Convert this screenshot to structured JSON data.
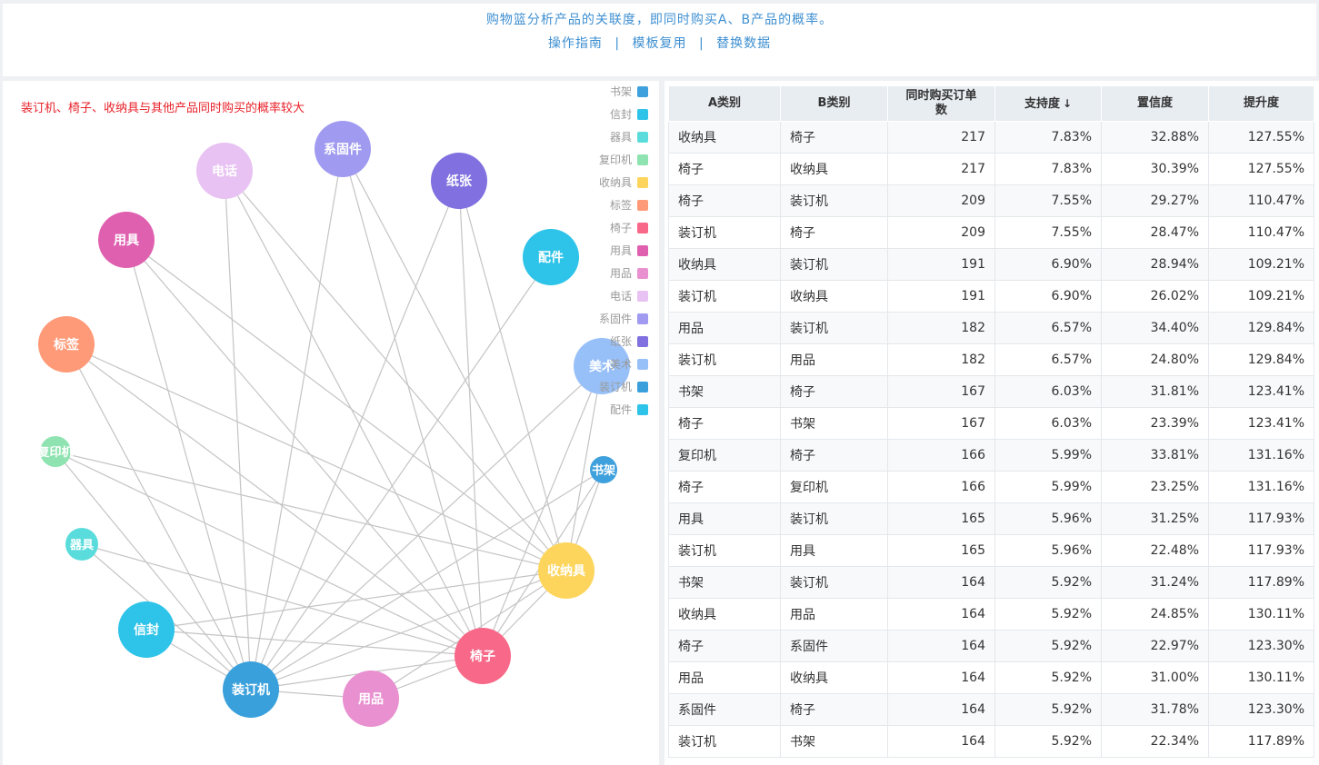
{
  "header": {
    "description": "购物篮分析产品的关联度，即同时购买A、B产品的概率。",
    "links": [
      "操作指南",
      "模板复用",
      "替换数据"
    ],
    "separator": "|"
  },
  "chart_data": {
    "type": "network",
    "title": "装订机、椅子、收纳具与其他产品同时购买的概率较大",
    "legend_position": "top-right",
    "nodes": [
      {
        "name": "书架",
        "color": "#3ea0dc",
        "size": 1
      },
      {
        "name": "信封",
        "color": "#2ec3e8",
        "size": 3
      },
      {
        "name": "器具",
        "color": "#5bdcdc",
        "size": 1
      },
      {
        "name": "复印机",
        "color": "#8fe3b0",
        "size": 1
      },
      {
        "name": "收纳具",
        "color": "#fdd55c",
        "size": 4
      },
      {
        "name": "标签",
        "color": "#ff9a78",
        "size": 4
      },
      {
        "name": "椅子",
        "color": "#f86888",
        "size": 4
      },
      {
        "name": "用具",
        "color": "#e060b0",
        "size": 4
      },
      {
        "name": "用品",
        "color": "#e890d0",
        "size": 4
      },
      {
        "name": "电话",
        "color": "#e8c2f2",
        "size": 4
      },
      {
        "name": "系固件",
        "color": "#a09af0",
        "size": 4
      },
      {
        "name": "纸张",
        "color": "#8070e0",
        "size": 4
      },
      {
        "name": "美术",
        "color": "#98c0f8",
        "size": 4
      },
      {
        "name": "装订机",
        "color": "#3aa0dc",
        "size": 4
      },
      {
        "name": "配件",
        "color": "#2ec3e8",
        "size": 4
      }
    ],
    "links": [
      [
        "装订机",
        "系固件"
      ],
      [
        "装订机",
        "电话"
      ],
      [
        "装订机",
        "用具"
      ],
      [
        "装订机",
        "标签"
      ],
      [
        "装订机",
        "复印机"
      ],
      [
        "装订机",
        "器具"
      ],
      [
        "装订机",
        "信封"
      ],
      [
        "装订机",
        "用品"
      ],
      [
        "装订机",
        "椅子"
      ],
      [
        "装订机",
        "收纳具"
      ],
      [
        "装订机",
        "书架"
      ],
      [
        "装订机",
        "美术"
      ],
      [
        "装订机",
        "配件"
      ],
      [
        "装订机",
        "纸张"
      ],
      [
        "椅子",
        "系固件"
      ],
      [
        "椅子",
        "电话"
      ],
      [
        "椅子",
        "用具"
      ],
      [
        "椅子",
        "标签"
      ],
      [
        "椅子",
        "复印机"
      ],
      [
        "椅子",
        "信封"
      ],
      [
        "椅子",
        "用品"
      ],
      [
        "椅子",
        "收纳具"
      ],
      [
        "椅子",
        "书架"
      ],
      [
        "椅子",
        "美术"
      ],
      [
        "椅子",
        "纸张"
      ],
      [
        "椅子",
        "器具"
      ],
      [
        "收纳具",
        "系固件"
      ],
      [
        "收纳具",
        "电话"
      ],
      [
        "收纳具",
        "用具"
      ],
      [
        "收纳具",
        "标签"
      ],
      [
        "收纳具",
        "复印机"
      ],
      [
        "收纳具",
        "信封"
      ],
      [
        "收纳具",
        "用品"
      ],
      [
        "收纳具",
        "书架"
      ],
      [
        "收纳具",
        "美术"
      ],
      [
        "收纳具",
        "纸张"
      ]
    ]
  },
  "table": {
    "columns": [
      "A类别",
      "B类别",
      "同时购买订单数",
      "支持度",
      "置信度",
      "提升度"
    ],
    "sort_indicator": "↓",
    "rows": [
      [
        "收纳具",
        "椅子",
        "217",
        "7.83%",
        "32.88%",
        "127.55%"
      ],
      [
        "椅子",
        "收纳具",
        "217",
        "7.83%",
        "30.39%",
        "127.55%"
      ],
      [
        "椅子",
        "装订机",
        "209",
        "7.55%",
        "29.27%",
        "110.47%"
      ],
      [
        "装订机",
        "椅子",
        "209",
        "7.55%",
        "28.47%",
        "110.47%"
      ],
      [
        "收纳具",
        "装订机",
        "191",
        "6.90%",
        "28.94%",
        "109.21%"
      ],
      [
        "装订机",
        "收纳具",
        "191",
        "6.90%",
        "26.02%",
        "109.21%"
      ],
      [
        "用品",
        "装订机",
        "182",
        "6.57%",
        "34.40%",
        "129.84%"
      ],
      [
        "装订机",
        "用品",
        "182",
        "6.57%",
        "24.80%",
        "129.84%"
      ],
      [
        "书架",
        "椅子",
        "167",
        "6.03%",
        "31.81%",
        "123.41%"
      ],
      [
        "椅子",
        "书架",
        "167",
        "6.03%",
        "23.39%",
        "123.41%"
      ],
      [
        "复印机",
        "椅子",
        "166",
        "5.99%",
        "33.81%",
        "131.16%"
      ],
      [
        "椅子",
        "复印机",
        "166",
        "5.99%",
        "23.25%",
        "131.16%"
      ],
      [
        "用具",
        "装订机",
        "165",
        "5.96%",
        "31.25%",
        "117.93%"
      ],
      [
        "装订机",
        "用具",
        "165",
        "5.96%",
        "22.48%",
        "117.93%"
      ],
      [
        "书架",
        "装订机",
        "164",
        "5.92%",
        "31.24%",
        "117.89%"
      ],
      [
        "收纳具",
        "用品",
        "164",
        "5.92%",
        "24.85%",
        "130.11%"
      ],
      [
        "椅子",
        "系固件",
        "164",
        "5.92%",
        "22.97%",
        "123.30%"
      ],
      [
        "用品",
        "收纳具",
        "164",
        "5.92%",
        "31.00%",
        "130.11%"
      ],
      [
        "系固件",
        "椅子",
        "164",
        "5.92%",
        "31.78%",
        "123.30%"
      ],
      [
        "装订机",
        "书架",
        "164",
        "5.92%",
        "22.34%",
        "117.89%"
      ]
    ]
  }
}
